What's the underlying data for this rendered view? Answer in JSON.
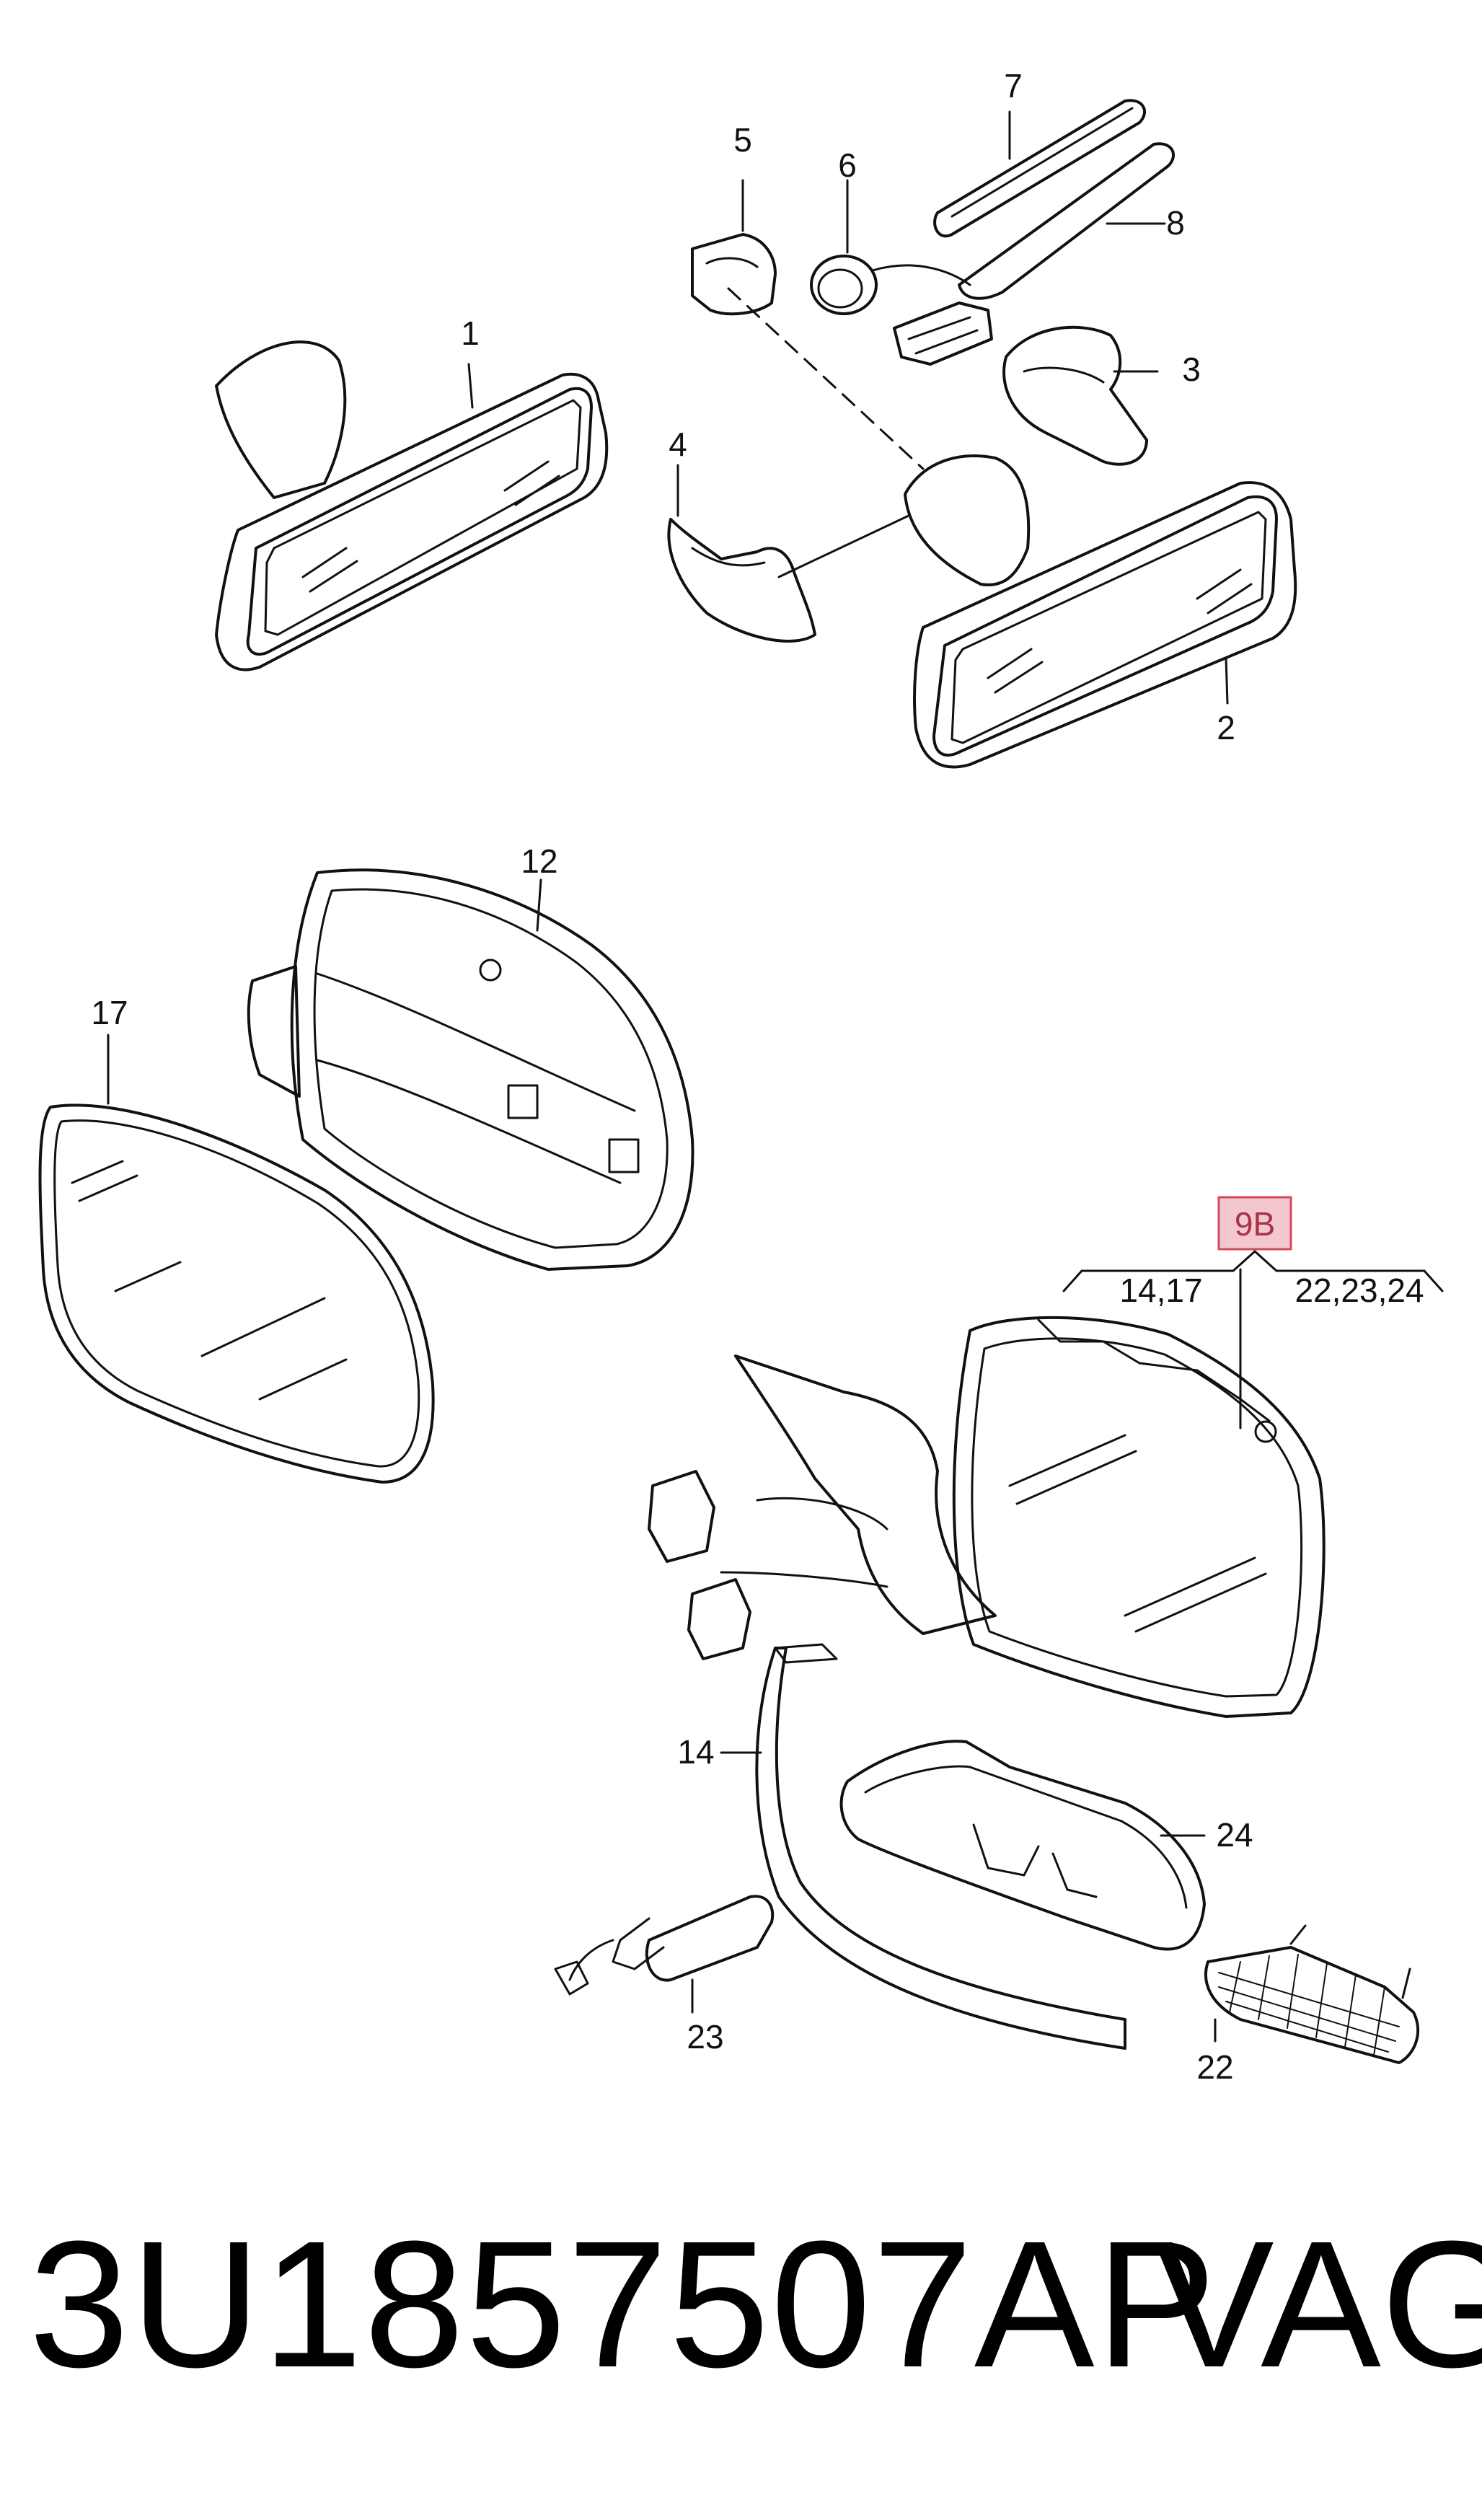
{
  "callouts": {
    "c1": "1",
    "c2": "2",
    "c3": "3",
    "c4": "4",
    "c5": "5",
    "c6": "6",
    "c7": "7",
    "c8": "8",
    "c12": "12",
    "c17": "17",
    "c14": "14",
    "c22": "22",
    "c23": "23",
    "c24": "24",
    "group_left": "14,17",
    "group_right": "22,23,24",
    "assembly": "9B"
  },
  "footer": {
    "part_number": "3U1857507AP",
    "brand": "VAG"
  },
  "colors": {
    "line": "#111111",
    "highlight_fill": "#f4c7cf",
    "highlight_stroke": "#d04a5e"
  }
}
